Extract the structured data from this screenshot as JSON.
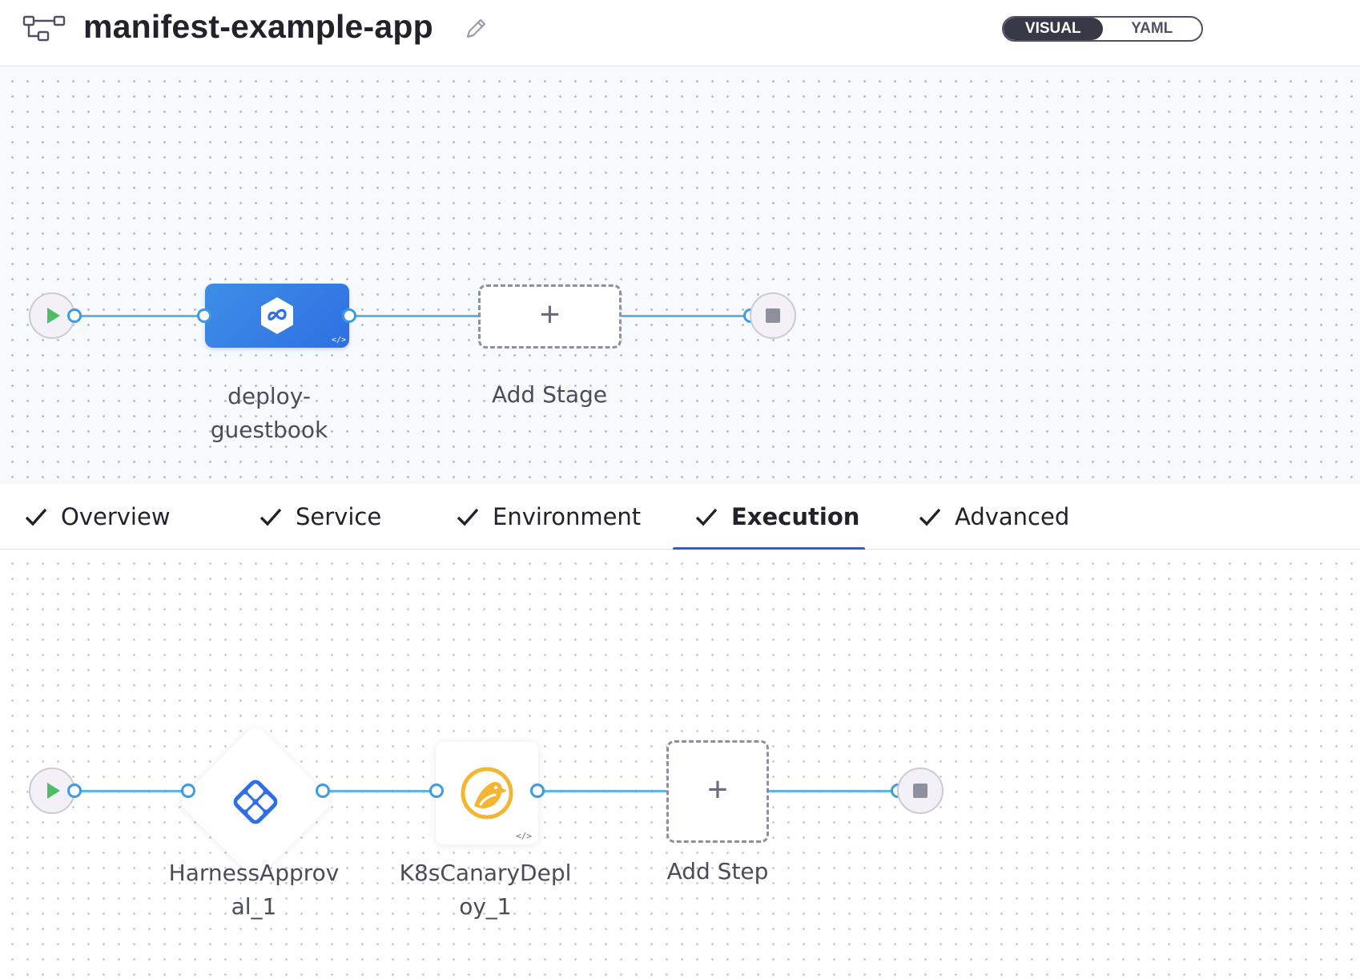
{
  "header": {
    "title": "manifest-example-app",
    "pipeline_icon": "pipeline-studio-icon",
    "edit_icon": "pencil-icon",
    "view_toggle": {
      "visual": "VISUAL",
      "yaml": "YAML",
      "selected": "VISUAL"
    }
  },
  "stage_graph": {
    "start_icon": "play-icon",
    "end_icon": "stop-icon",
    "stages": [
      {
        "label": "deploy-\nguestbook",
        "icon": "deploy-stage-icon",
        "selected": true
      }
    ],
    "add_stage_label": "Add Stage"
  },
  "tabs": [
    {
      "label": "Overview",
      "done": true
    },
    {
      "label": "Service",
      "done": true
    },
    {
      "label": "Environment",
      "done": true
    },
    {
      "label": "Execution",
      "done": true,
      "active": true
    },
    {
      "label": "Advanced",
      "done": true
    }
  ],
  "step_graph": {
    "start_icon": "play-icon",
    "end_icon": "stop-icon",
    "steps": [
      {
        "label": "HarnessApprov\nal_1",
        "icon": "harness-approval-icon"
      },
      {
        "label": "K8sCanaryDepl\noy_1",
        "icon": "canary-bird-icon"
      }
    ],
    "add_step_label": "Add Step"
  },
  "colors": {
    "accent_blue": "#2f6fe3",
    "wire": "#5fb4e8",
    "play_green": "#4dbd66",
    "canary_yellow": "#f2b632",
    "toggle_dark": "#383946"
  }
}
